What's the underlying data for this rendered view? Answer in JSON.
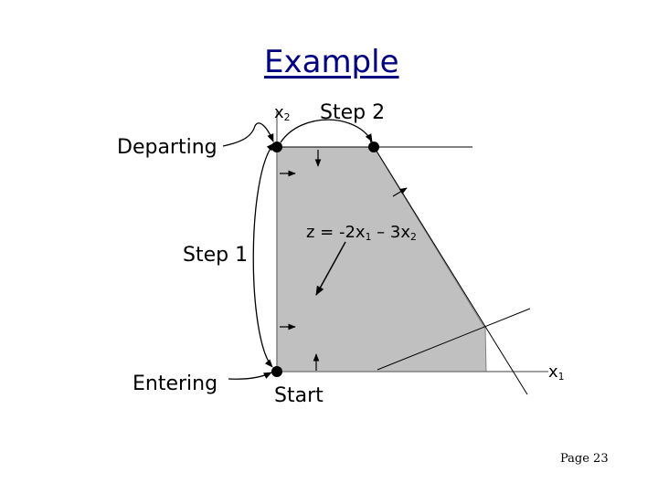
{
  "slide": {
    "title": "Example",
    "page_label": "Page 23"
  },
  "diagram": {
    "axis_x2": {
      "base": "x",
      "sub": "2"
    },
    "axis_x1": {
      "base": "x",
      "sub": "1"
    },
    "objective": {
      "prefix": "z = -2x",
      "sub1": "1",
      "middle": " – 3x",
      "sub2": "2"
    },
    "labels": {
      "departing": "Departing",
      "entering": "Entering",
      "step1": "Step 1",
      "step2": "Step 2",
      "start": "Start"
    }
  }
}
